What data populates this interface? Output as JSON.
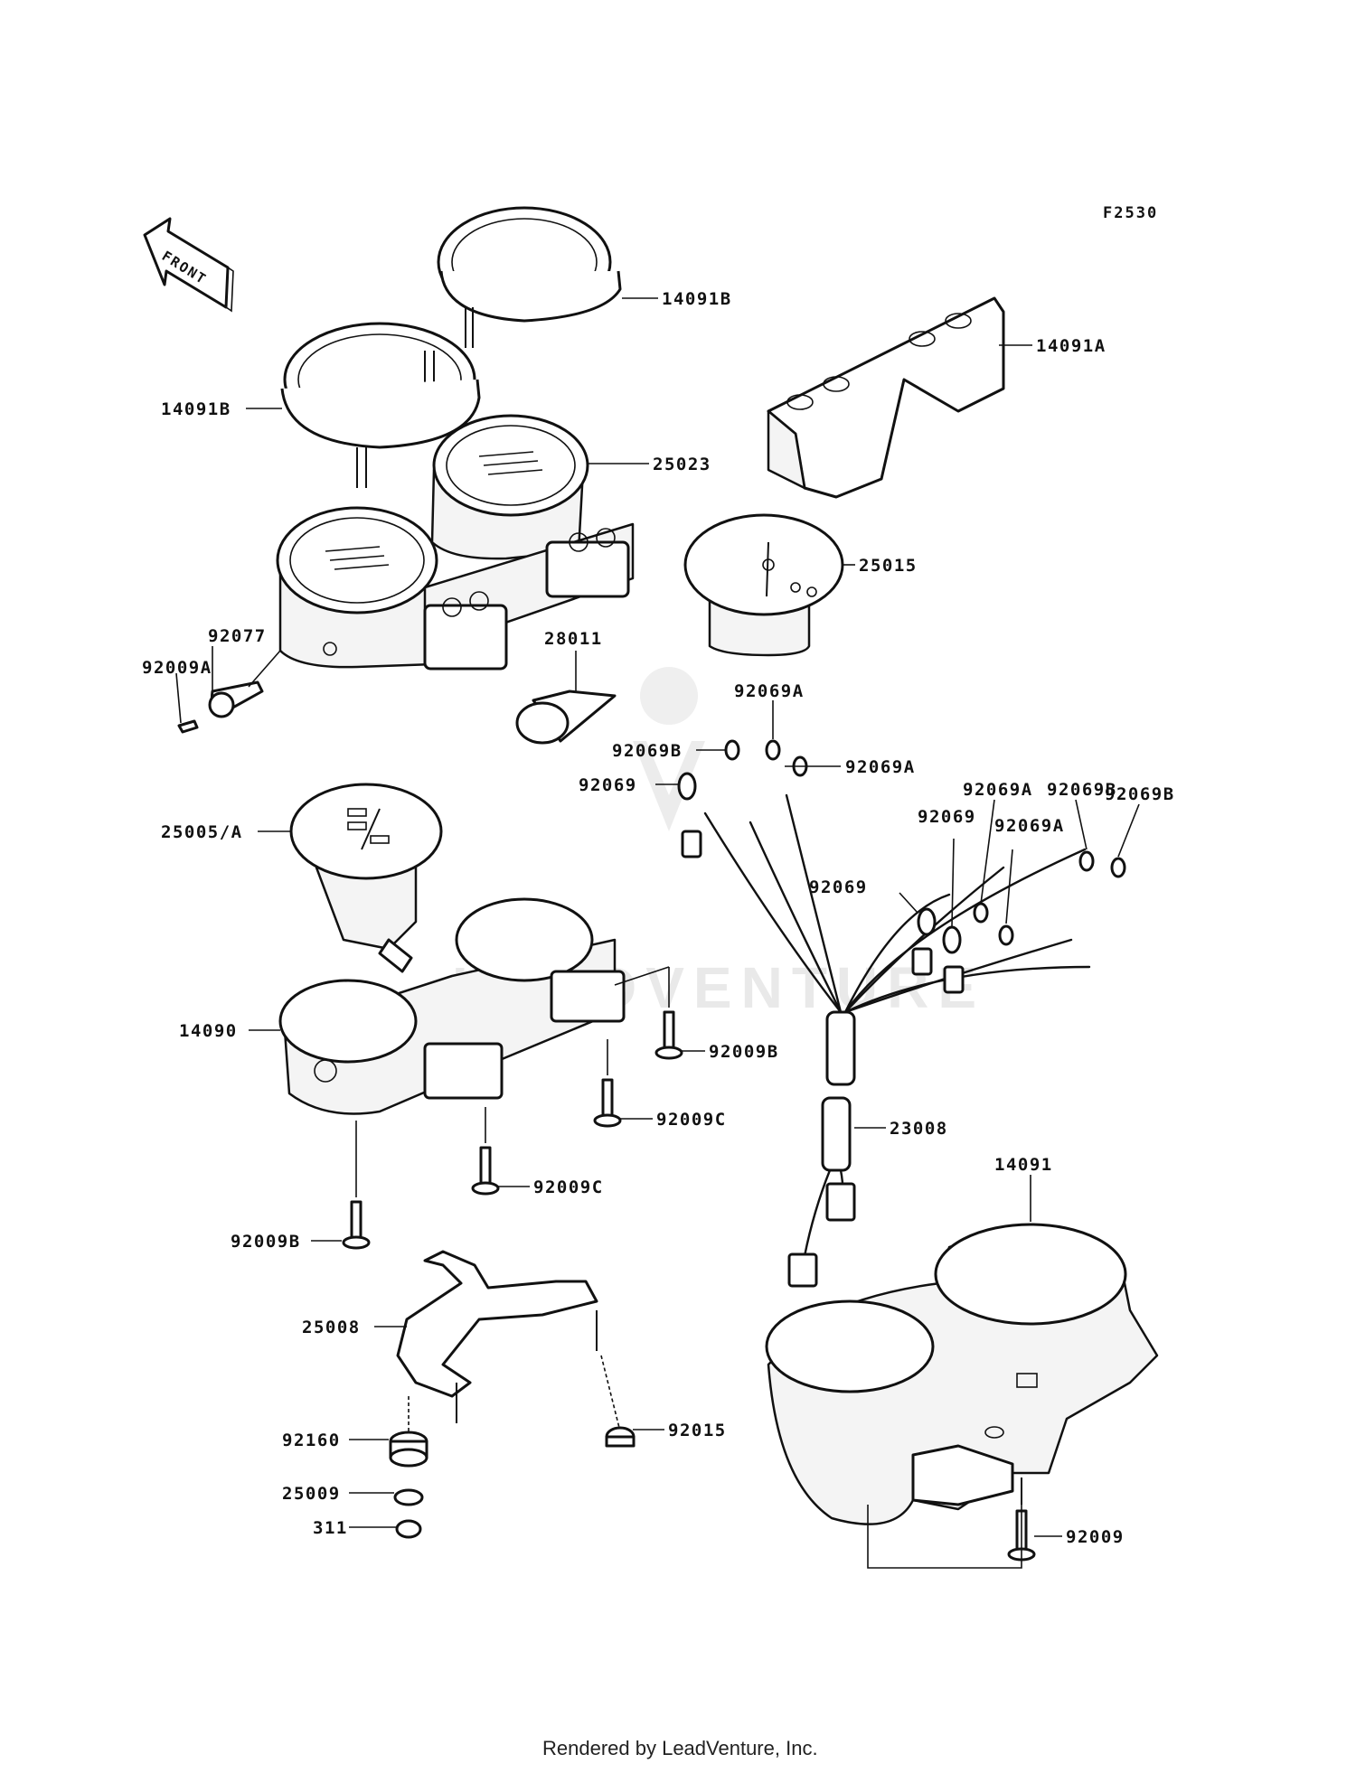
{
  "figure_code": "F2530",
  "front_label": "FRONT",
  "footer": "Rendered by LeadVenture, Inc.",
  "watermark": "LEADVENTURE",
  "callouts": [
    {
      "id": "c-14091B-top",
      "text": "14091B"
    },
    {
      "id": "c-14091A",
      "text": "14091A"
    },
    {
      "id": "c-14091B-mid",
      "text": "14091B"
    },
    {
      "id": "c-25023",
      "text": "25023"
    },
    {
      "id": "c-25015",
      "text": "25015"
    },
    {
      "id": "c-92077",
      "text": "92077"
    },
    {
      "id": "c-92009A",
      "text": "92009A"
    },
    {
      "id": "c-28011",
      "text": "28011"
    },
    {
      "id": "c-92069A-top",
      "text": "92069A"
    },
    {
      "id": "c-92069B-left",
      "text": "92069B"
    },
    {
      "id": "c-92069A-mid",
      "text": "92069A"
    },
    {
      "id": "c-92069-left",
      "text": "92069"
    },
    {
      "id": "c-92069B-right1",
      "text": "92069B"
    },
    {
      "id": "c-92069A-right1",
      "text": "92069A"
    },
    {
      "id": "c-92069B-right2",
      "text": "92069B"
    },
    {
      "id": "c-92069-right",
      "text": "92069"
    },
    {
      "id": "c-92069A-right2",
      "text": "92069A"
    },
    {
      "id": "c-92069-mid",
      "text": "92069"
    },
    {
      "id": "c-25005A",
      "text": "25005/A"
    },
    {
      "id": "c-14090",
      "text": "14090"
    },
    {
      "id": "c-92009B-right",
      "text": "92009B"
    },
    {
      "id": "c-92009C-upper",
      "text": "92009C"
    },
    {
      "id": "c-92009C-lower",
      "text": "92009C"
    },
    {
      "id": "c-23008",
      "text": "23008"
    },
    {
      "id": "c-14091",
      "text": "14091"
    },
    {
      "id": "c-92009B-left",
      "text": "92009B"
    },
    {
      "id": "c-25008",
      "text": "25008"
    },
    {
      "id": "c-92160",
      "text": "92160"
    },
    {
      "id": "c-92015",
      "text": "92015"
    },
    {
      "id": "c-25009",
      "text": "25009"
    },
    {
      "id": "c-311",
      "text": "311"
    },
    {
      "id": "c-92009",
      "text": "92009"
    }
  ]
}
